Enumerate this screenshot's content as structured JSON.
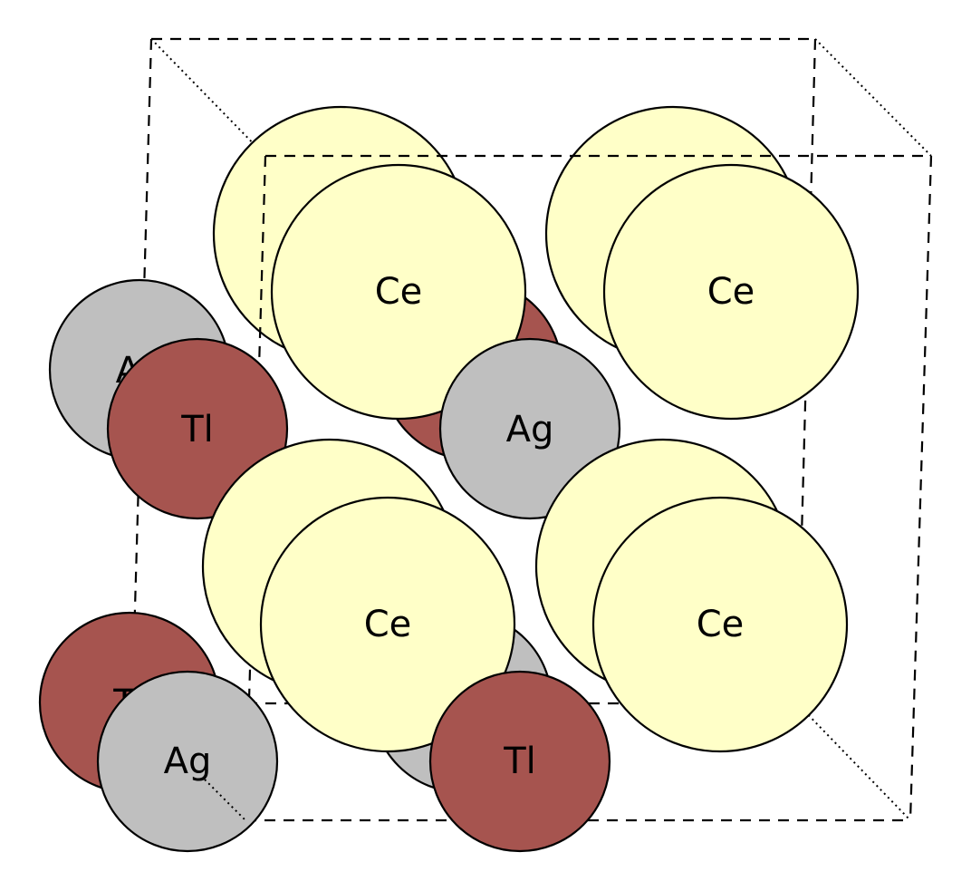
{
  "colors": {
    "Ce": "#FFFFC8",
    "Ag": "#BFBFBF",
    "Tl": "#A6544F",
    "outline": "#000000",
    "background": "#FFFFFF"
  },
  "atoms": {
    "ce_back_1": "",
    "ce_back_2": "",
    "ce_back_3": "",
    "ce_back_4": "",
    "ag_left_back": "Ag",
    "tl_center_back": "",
    "ag_bottom_center_back": "",
    "tl_bottom_left_back": "Tl",
    "ce_front_1": "Ce",
    "ce_front_2": "Ce",
    "ce_front_3": "Ce",
    "ce_front_4": "Ce",
    "tl_left": "Tl",
    "ag_center": "Ag",
    "ag_bottom_left": "Ag",
    "tl_bottom_center": "Tl"
  }
}
